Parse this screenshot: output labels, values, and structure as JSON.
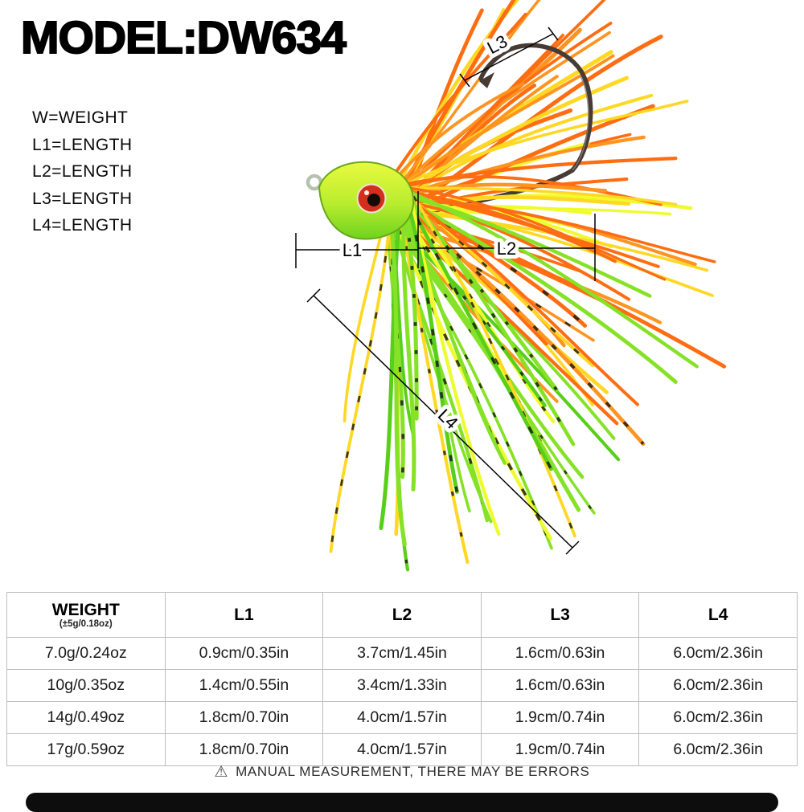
{
  "page": {
    "title": "MODEL:DW634",
    "legend": [
      "W=WEIGHT",
      "L1=LENGTH",
      "L2=LENGTH",
      "L3=LENGTH",
      "L4=LENGTH"
    ],
    "footer_note": "MANUAL MEASUREMENT, THERE MAY BE ERRORS"
  },
  "icons": {
    "warning": "⚠"
  },
  "diagram": {
    "labels": {
      "l1": "L1",
      "l2": "L2",
      "l3": "L3",
      "l4": "L4"
    },
    "colors": {
      "head_light": "#e9fa3f",
      "head_dark": "#6ed31f",
      "head_outline": "#69a81c",
      "eye_iris": "#d32f1c",
      "eye_pupil": "#140b08",
      "hook": "#463b35"
    },
    "skirt_colors": [
      "#ff6d12",
      "#ff9420",
      "#ffd823",
      "#eefc2e",
      "#86e227",
      "#57cf1b"
    ]
  },
  "table": {
    "header": [
      "WEIGHT",
      "L1",
      "L2",
      "L3",
      "L4"
    ],
    "weight_tolerance": "(±5g/0.18oz)",
    "rows": [
      [
        "7.0g/0.24oz",
        "0.9cm/0.35in",
        "3.7cm/1.45in",
        "1.6cm/0.63in",
        "6.0cm/2.36in"
      ],
      [
        "10g/0.35oz",
        "1.4cm/0.55in",
        "3.4cm/1.33in",
        "1.6cm/0.63in",
        "6.0cm/2.36in"
      ],
      [
        "14g/0.49oz",
        "1.8cm/0.70in",
        "4.0cm/1.57in",
        "1.9cm/0.74in",
        "6.0cm/2.36in"
      ],
      [
        "17g/0.59oz",
        "1.8cm/0.70in",
        "4.0cm/1.57in",
        "1.9cm/0.74in",
        "6.0cm/2.36in"
      ]
    ]
  }
}
